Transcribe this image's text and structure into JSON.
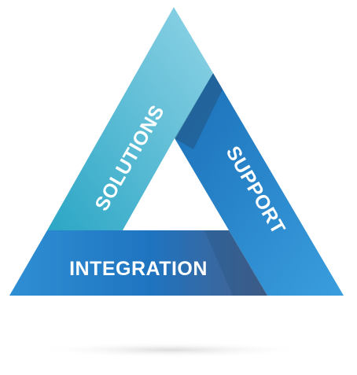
{
  "diagram": {
    "segments": [
      {
        "id": "solutions",
        "label": "SOLUTIONS"
      },
      {
        "id": "support",
        "label": "SUPPORT"
      },
      {
        "id": "integration",
        "label": "INTEGRATION"
      }
    ]
  },
  "colors": {
    "solutions_light": "#8fd3e6",
    "solutions_dark": "#2ba6c5",
    "support_light": "#3a9ede",
    "support_dark": "#1a6fb8",
    "integration_light": "#2f8fd4",
    "integration_dark": "#4a5f8a",
    "fold_shadow": "#24547f",
    "shadow": "#e8e8e8"
  }
}
